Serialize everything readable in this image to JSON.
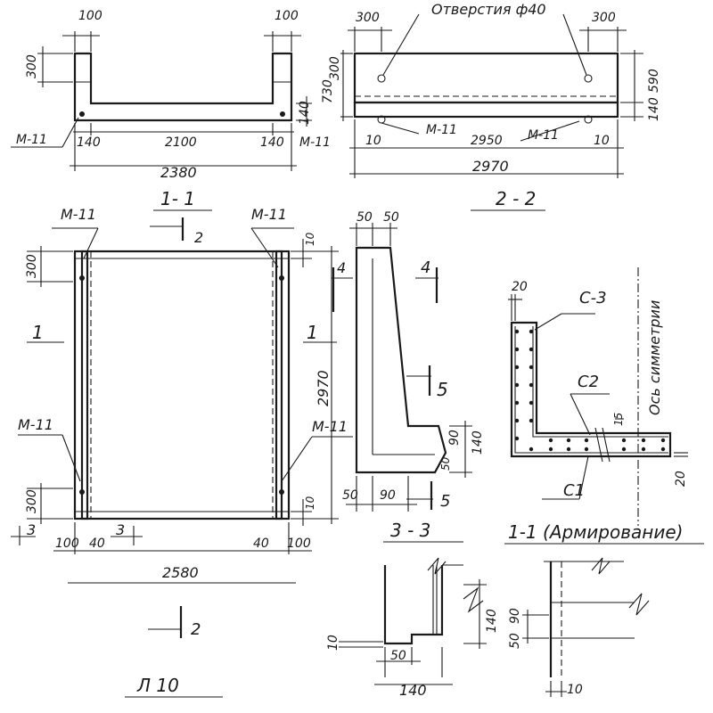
{
  "views": {
    "v11": {
      "title": "1- 1",
      "d_top_l": "100",
      "d_top_r": "100",
      "d_300": "300",
      "d_140_l": "140",
      "d_2100": "2100",
      "d_140_r": "140",
      "d_140_v": "140",
      "d_2380": "2380",
      "m11": "M-11"
    },
    "v22": {
      "title": "2 - 2",
      "hole_note": "Отверстия ф40",
      "d_300_l": "300",
      "d_300_r": "300",
      "d_300_v": "300",
      "d_730": "730",
      "d_590": "590",
      "d_140": "140",
      "d_10_l": "10",
      "d_2950": "2950",
      "d_10_r": "10",
      "d_2970": "2970",
      "m11_l": "M-11",
      "m11_c": "M-11",
      "m11_r": "M-11"
    },
    "plan": {
      "title": "Л 10",
      "m11_tl": "M-11",
      "m11_tr": "M-11",
      "m11_ml": "M-11",
      "m11_mr": "M-11",
      "d_300_t": "300",
      "d_300_b": "300",
      "d_10_t": "10",
      "d_10_b": "10",
      "d_2970": "2970",
      "d_100_l": "100",
      "d_40_l": "40",
      "d_40_r": "40",
      "d_100_r": "100",
      "d_2580": "2580",
      "sec_1_l": "1",
      "sec_1_r": "1",
      "sec_2_t": "2",
      "sec_2_b": "2",
      "sec_3_l": "3",
      "sec_3_r": "3"
    },
    "v33": {
      "title": "3 - 3",
      "d_50_a": "50",
      "d_50_b": "50",
      "d_90": "90",
      "d_140": "140",
      "d_50_v": "50",
      "d_50_h": "50",
      "d_90_h": "90",
      "sec_4_l": "4",
      "sec_4_r": "4",
      "sec_5_t": "5",
      "sec_5_b": "5"
    },
    "reinf": {
      "title": "1-1 (Армирование)",
      "d_20_t": "20",
      "c3": "C-3",
      "c2": "C2",
      "c1": "C1",
      "d_15": "15",
      "d_20_r": "20",
      "axis": "Ось симметрии"
    },
    "sec4": {
      "d_10_l": "10",
      "d_50": "50",
      "d_140_h": "140",
      "d_140_v": "140"
    },
    "sec5": {
      "d_90": "90",
      "d_50": "50",
      "d_10": "10"
    }
  }
}
